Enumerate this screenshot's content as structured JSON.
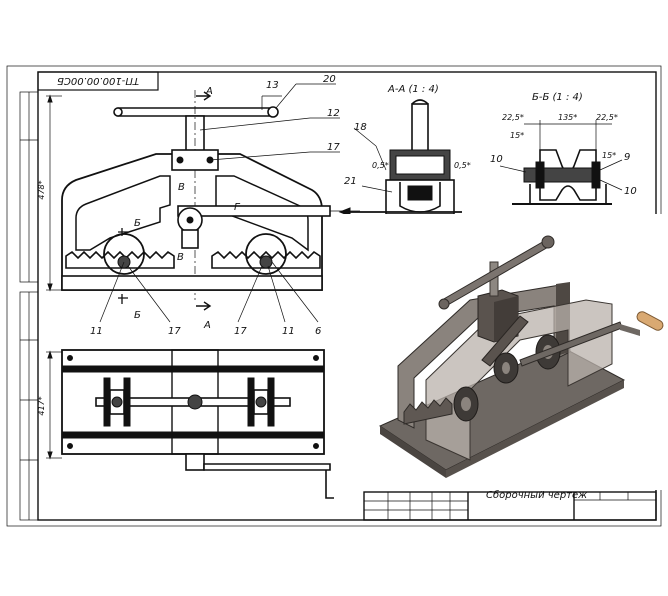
{
  "sheet": {
    "stamp_code": "ТП-100.00.00СБ",
    "title_block_text": "Сборочный чертеж"
  },
  "section_titles": {
    "aa": "А-А (1 : 4)",
    "bb": "Б-Б (1 : 4)"
  },
  "dimensions": {
    "height_main": "478*",
    "height_plan": "417*",
    "angle_05_left": "0,5*",
    "angle_05_right": "0,5*",
    "bb_left": "22,5*",
    "bb_mid": "135*",
    "bb_right": "22,5*",
    "bb_angle_left": "15*",
    "bb_angle_right": "15*"
  },
  "view_marks": {
    "a_top": "А",
    "a_bottom": "А",
    "b_top": "Б",
    "b_bottom": "Б",
    "v_upper": "В",
    "v_lower": "В",
    "g": "Г"
  },
  "callouts": {
    "c13": "13",
    "c20": "20",
    "c12": "12",
    "c17_top": "17",
    "c18": "18",
    "c21": "21",
    "c10_left": "10",
    "c9": "9",
    "c10_right": "10",
    "c11_left": "11",
    "c17_left": "17",
    "c17_right": "17",
    "c11_right": "11",
    "c6": "6"
  }
}
